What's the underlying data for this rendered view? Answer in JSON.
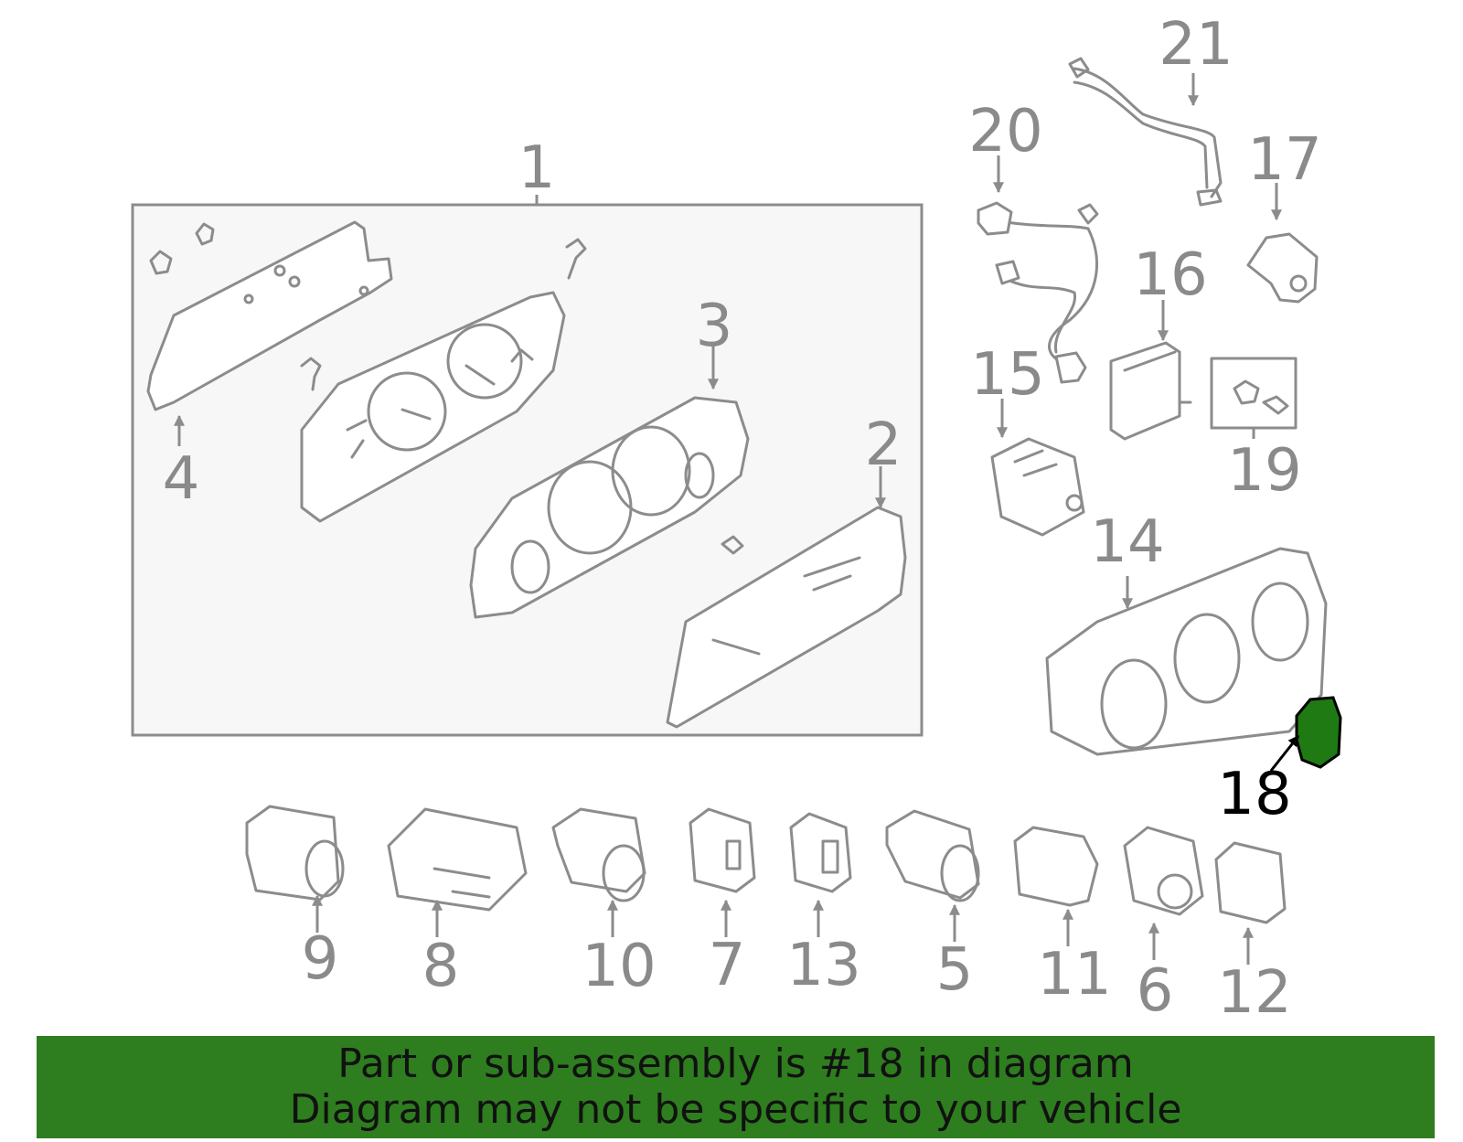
{
  "callouts": {
    "c1": "1",
    "c2": "2",
    "c3": "3",
    "c4": "4",
    "c5": "5",
    "c6": "6",
    "c7": "7",
    "c8": "8",
    "c9": "9",
    "c10": "10",
    "c11": "11",
    "c12": "12",
    "c13": "13",
    "c14": "14",
    "c15": "15",
    "c16": "16",
    "c17": "17",
    "c18": "18",
    "c19": "19",
    "c20": "20",
    "c21": "21"
  },
  "highlight": {
    "part": "18",
    "color": "#1f7a14"
  },
  "banner": {
    "line1": "Part or sub-assembly is #18 in diagram",
    "line2": "Diagram may not be specific to your vehicle",
    "color": "#2e7d1f"
  }
}
